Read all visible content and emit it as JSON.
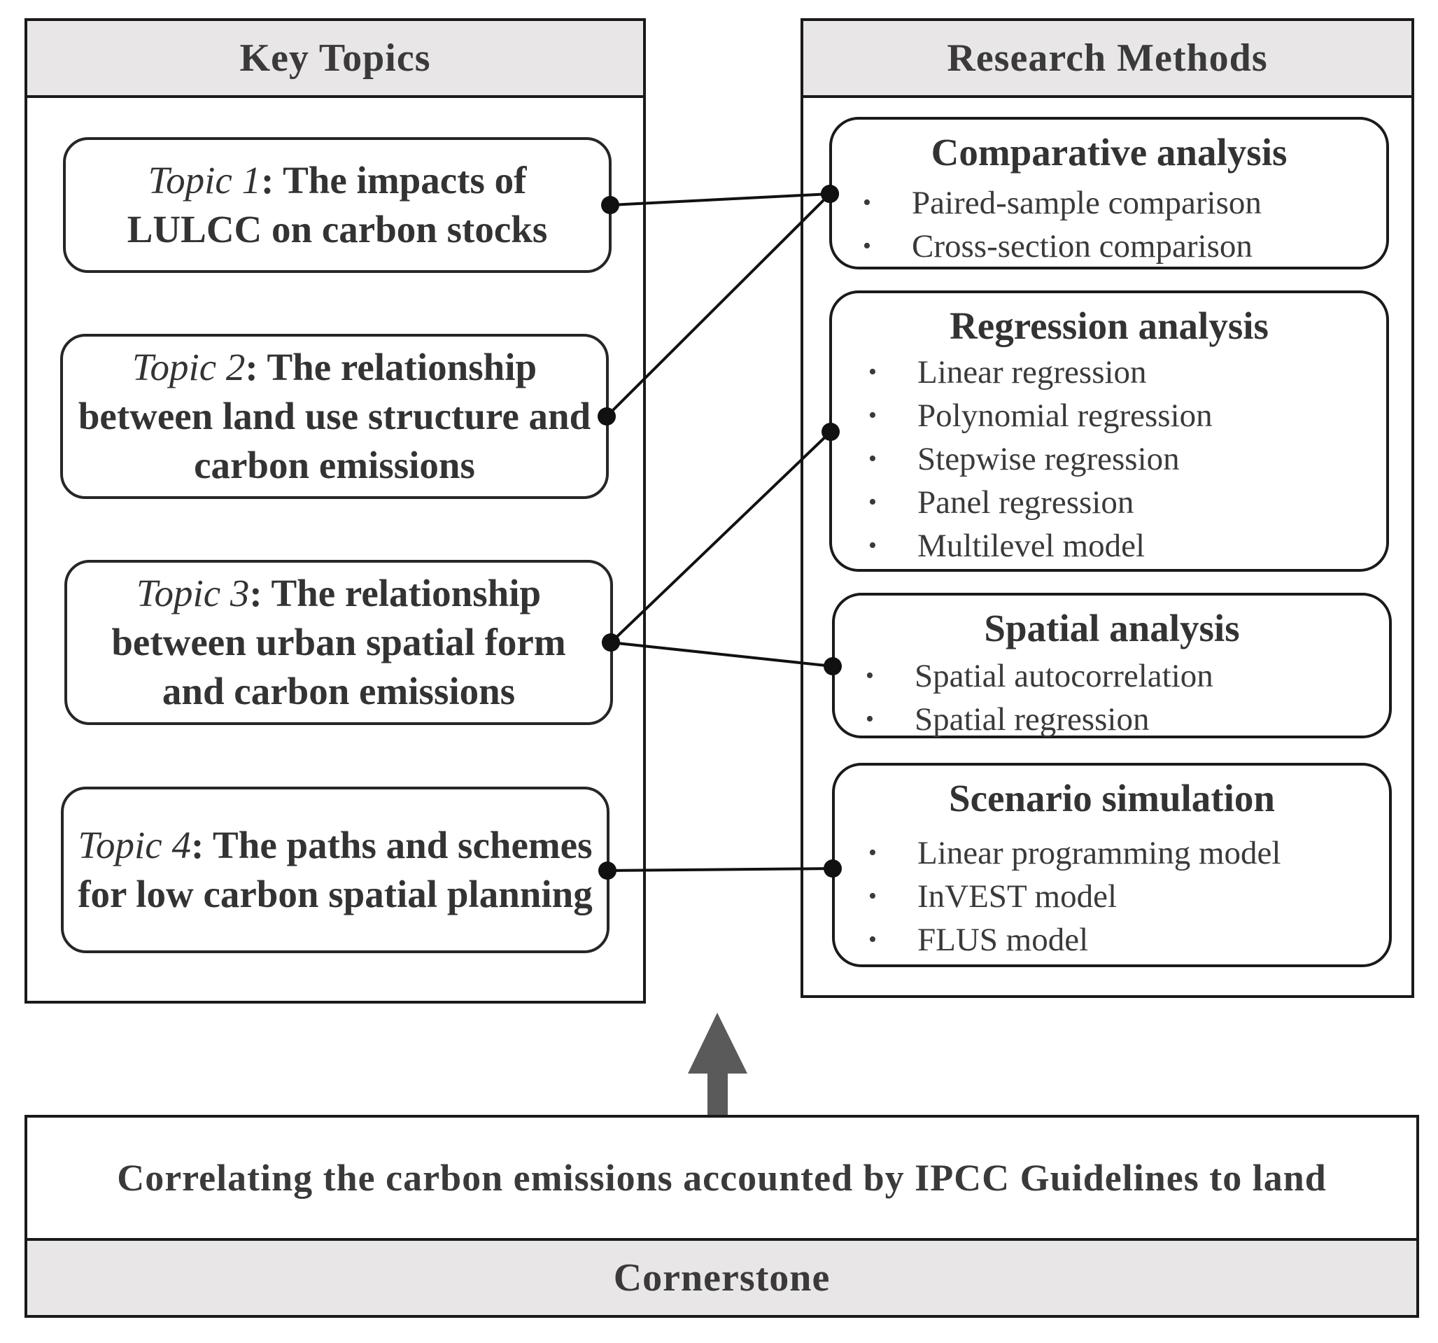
{
  "key_topics": {
    "header": "Key Topics",
    "topics": [
      {
        "name": "Topic 1",
        "text": ": The impacts of LULCC on carbon stocks"
      },
      {
        "name": "Topic 2",
        "text": ": The relationship between land use structure and carbon emissions"
      },
      {
        "name": "Topic 3",
        "text": ": The relationship between urban spatial form and carbon emissions"
      },
      {
        "name": "Topic 4",
        "text": ": The paths and schemes for low carbon spatial planning"
      }
    ]
  },
  "research_methods": {
    "header": "Research Methods",
    "methods": [
      {
        "title": "Comparative analysis",
        "items": [
          "Paired-sample comparison",
          "Cross-section comparison"
        ]
      },
      {
        "title": "Regression analysis",
        "items": [
          "Linear regression",
          "Polynomial regression",
          "Stepwise regression",
          "Panel regression",
          "Multilevel model"
        ]
      },
      {
        "title": "Spatial analysis",
        "items": [
          "Spatial autocorrelation",
          "Spatial regression"
        ]
      },
      {
        "title": "Scenario simulation",
        "items": [
          "Linear programming model",
          "InVEST model",
          "FLUS model"
        ]
      }
    ]
  },
  "bullet_glyph": "•",
  "connections": [
    {
      "from": "Topic 1",
      "to": "Comparative analysis"
    },
    {
      "from": "Topic 2",
      "to": "Comparative analysis"
    },
    {
      "from": "Topic 3",
      "to": "Regression analysis"
    },
    {
      "from": "Topic 3",
      "to": "Spatial analysis"
    },
    {
      "from": "Topic 4",
      "to": "Scenario simulation"
    }
  ],
  "cornerstone": {
    "text": "Correlating the carbon emissions accounted by IPCC Guidelines to land",
    "label": "Cornerstone"
  },
  "colors": {
    "header_fill": "#e8e6e6",
    "border": "#1a1a1a",
    "arrow": "#5a5a5a",
    "text": "#3a3a3a"
  }
}
